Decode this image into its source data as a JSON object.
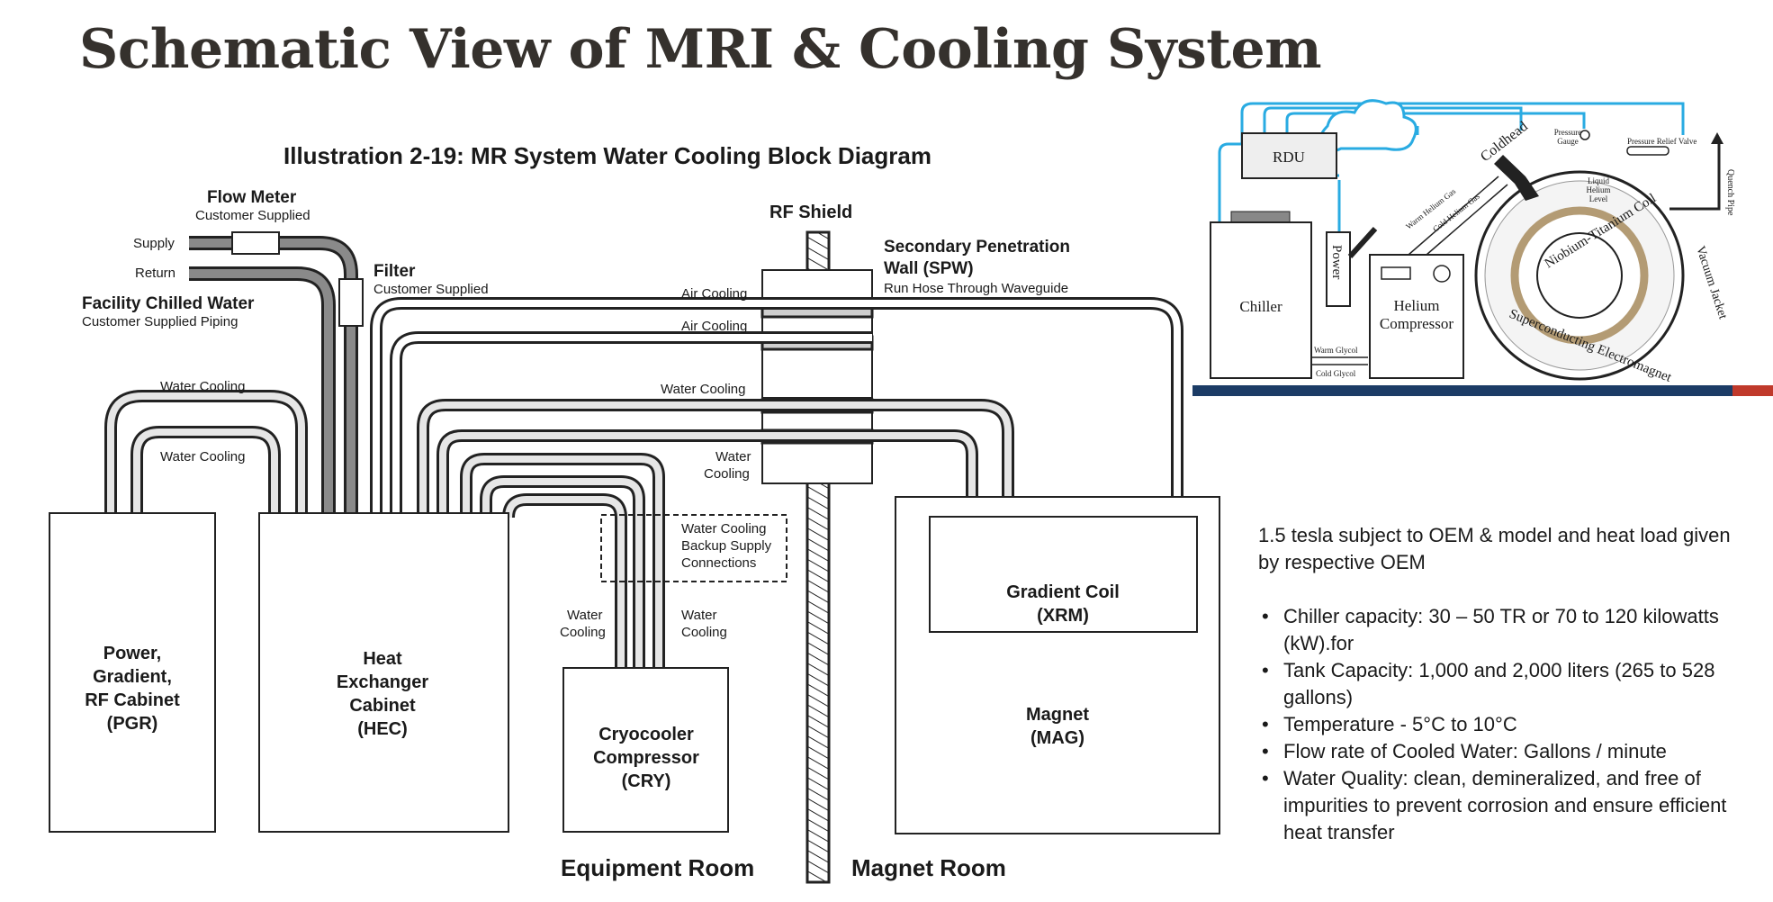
{
  "title": "Schematic View of MRI & Cooling System",
  "block_diagram": {
    "heading": "Illustration 2-19:  MR System Water Cooling Block Diagram",
    "flow_meter": {
      "title": "Flow Meter",
      "subtitle": "Customer Supplied"
    },
    "supply_label": "Supply",
    "return_label": "Return",
    "filter": {
      "title": "Filter",
      "subtitle": "Customer Supplied"
    },
    "facility": {
      "title": "Facility Chilled Water",
      "subtitle": "Customer Supplied Piping"
    },
    "rf_shield": "RF Shield",
    "spw": {
      "line1": "Secondary Penetration",
      "line2": "Wall (SPW)",
      "subtitle": "Run Hose Through Waveguide"
    },
    "air_cooling_1": "Air Cooling",
    "air_cooling_2": "Air Cooling",
    "water_cooling_mid": "Water Cooling",
    "water_cooling_right": {
      "line1": "Water",
      "line2": "Cooling"
    },
    "water_cooling_pgr_outer": "Water Cooling",
    "water_cooling_pgr_inner": "Water Cooling",
    "backup": {
      "line1": "Water Cooling",
      "line2": "Backup Supply",
      "line3": "Connections"
    },
    "cry_left_label": {
      "line1": "Water",
      "line2": "Cooling"
    },
    "cry_right_label": {
      "line1": "Water",
      "line2": "Cooling"
    },
    "pgr": {
      "line1": "Power,",
      "line2": "Gradient,",
      "line3": "RF Cabinet",
      "line4": "(PGR)"
    },
    "hec": {
      "line1": "Heat",
      "line2": "Exchanger",
      "line3": "Cabinet",
      "line4": "(HEC)"
    },
    "cry": {
      "line1": "Cryocooler",
      "line2": "Compressor",
      "line3": "(CRY)"
    },
    "xrm": {
      "line1": "Gradient Coil",
      "line2": "(XRM)"
    },
    "mag": {
      "line1": "Magnet",
      "line2": "(MAG)"
    },
    "equipment_room": "Equipment Room",
    "magnet_room": "Magnet Room"
  },
  "cooling_diagram": {
    "rdu": "RDU",
    "chiller": "Chiller",
    "power": "Power",
    "helium_compressor": {
      "line1": "Helium",
      "line2": "Compressor"
    },
    "coldhead": "Coldhead",
    "warm_helium_gas": "Warm Helium Gas",
    "cold_helium_gas": "Cold Helium Gas",
    "warm_glycol": "Warm Glycol",
    "cold_glycol": "Cold Glycol",
    "pressure_gauge": {
      "line1": "Pressure",
      "line2": "Gauge"
    },
    "pressure_relief_valve": "Pressure Relief Valve",
    "quench_pipe": "Quench Pipe",
    "liquid_helium_level": {
      "line1": "Liquid",
      "line2": "Helium",
      "line3": "Level"
    },
    "coil_label": "Niobium-Titanium Coil",
    "magnet_label": "Superconducting Electromagnet",
    "vacuum_jacket": "Vacuum Jacket"
  },
  "notes": {
    "intro": "1.5 tesla subject to OEM & model and heat load given by respective OEM",
    "bullets": [
      "Chiller capacity: 30 – 50 TR  or 70 to 120 kilowatts (kW).for",
      "Tank Capacity: 1,000 and 2,000 liters (265 to 528 gallons)",
      "Temperature - 5°C to 10°C",
      "Flow rate of Cooled Water: Gallons / minute",
      "Water Quality: clean, demineralized, and free of impurities to prevent corrosion and ensure efficient heat transfer"
    ]
  },
  "colors": {
    "title": "#35312d",
    "accent_blue": "#29abe2",
    "navy_bar": "#1c3c66",
    "red_bar": "#c0392b",
    "coil_gold": "#b39b74"
  }
}
